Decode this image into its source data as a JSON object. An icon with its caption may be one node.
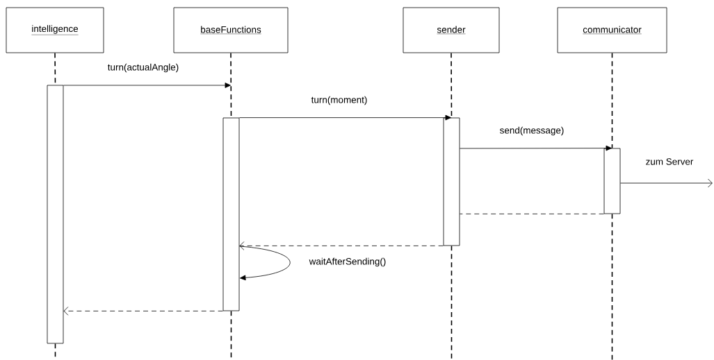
{
  "diagram": {
    "nodes": [
      {
        "text": [
          "intelligence"
        ]
      },
      {
        "text": [
          "baseFunctions"
        ]
      },
      {
        "text": [
          "sender"
        ]
      },
      {
        "text": [
          "communicator"
        ]
      },
      {
        "text": [],
        "shape": "bar"
      },
      {
        "text": [],
        "shape": "bar"
      },
      {
        "text": [],
        "shape": "bar"
      },
      {
        "text": [],
        "shape": "bar"
      }
    ],
    "edges": [
      {
        "from": 0,
        "to": 4,
        "arrow": "none",
        "style": "dashed"
      },
      {
        "from": 1,
        "to": 5,
        "arrow": "none",
        "style": "dashed"
      },
      {
        "from": 2,
        "to": 6,
        "arrow": "none",
        "style": "dashed"
      },
      {
        "from": 3,
        "to": 7,
        "arrow": "none",
        "style": "dashed"
      },
      {
        "from": 4,
        "to": null,
        "arrow": "none",
        "style": "dashed"
      },
      {
        "from": 5,
        "to": null,
        "arrow": "none",
        "style": "dashed"
      },
      {
        "from": 6,
        "to": null,
        "arrow": "none",
        "style": "dashed"
      },
      {
        "from": 7,
        "to": null,
        "arrow": "none",
        "style": "dashed"
      },
      {
        "from": 4,
        "to": 5,
        "arrow": "to",
        "label": "turn(actualAngle)"
      },
      {
        "from": 5,
        "to": 6,
        "arrow": "to",
        "label": "turn(moment)"
      },
      {
        "from": 6,
        "to": 7,
        "arrow": "to",
        "label": "send(message)"
      },
      {
        "from": 7,
        "to": null,
        "arrow": "to",
        "label": "zum Server"
      },
      {
        "from": 7,
        "to": 6,
        "arrow": "none",
        "style": "dashed"
      },
      {
        "from": 6,
        "to": 5,
        "arrow": "to",
        "style": "dashed"
      },
      {
        "from": 5,
        "to": 5,
        "arrow": "to",
        "label": "waitAfterSending()"
      },
      {
        "from": 5,
        "to": 4,
        "arrow": "to",
        "style": "dashed"
      }
    ]
  }
}
